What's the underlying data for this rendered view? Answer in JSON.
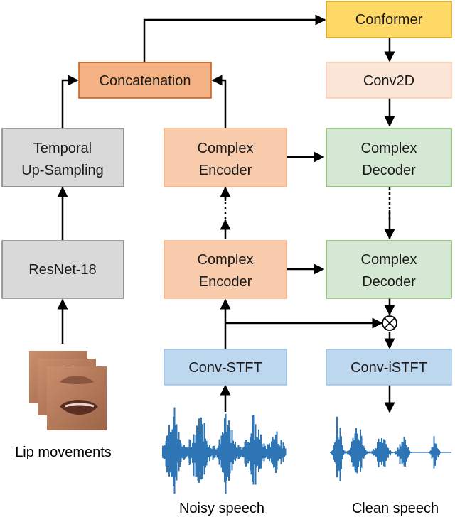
{
  "colors": {
    "conformer_fill": "#FFD966",
    "conformer_stroke": "#D6A21E",
    "conv2d_fill": "#FBE5D6",
    "conv2d_stroke": "#F4B183",
    "concat_fill": "#F4B183",
    "concat_stroke": "#C55A11",
    "encoder_fill": "#F8CBAD",
    "encoder_stroke": "#F4B183",
    "decoder_fill": "#D5E8D4",
    "decoder_stroke": "#82B366",
    "gray_fill": "#D9D9D9",
    "gray_stroke": "#7F7F7F",
    "stft_fill": "#BDD7EE",
    "stft_stroke": "#9DC3E6",
    "waveform": "#2E75B6"
  },
  "blocks": {
    "conformer": "Conformer",
    "conv2d": "Conv2D",
    "concatenation": "Concatenation",
    "temporal_line1": "Temporal",
    "temporal_line2": "Up-Sampling",
    "resnet": "ResNet-18",
    "encoder_top_line1": "Complex",
    "encoder_top_line2": "Encoder",
    "encoder_bottom_line1": "Complex",
    "encoder_bottom_line2": "Encoder",
    "decoder_top_line1": "Complex",
    "decoder_top_line2": "Decoder",
    "decoder_bottom_line1": "Complex",
    "decoder_bottom_line2": "Decoder",
    "conv_stft": "Conv-STFT",
    "conv_istft": "Conv-iSTFT"
  },
  "captions": {
    "lip": "Lip movements",
    "noisy": "Noisy speech",
    "clean": "Clean speech"
  },
  "icons": {
    "multiply": "circle-times-icon",
    "face": "lip-face-frames-icon",
    "noisy_wave": "noisy-waveform-icon",
    "clean_wave": "clean-waveform-icon"
  }
}
